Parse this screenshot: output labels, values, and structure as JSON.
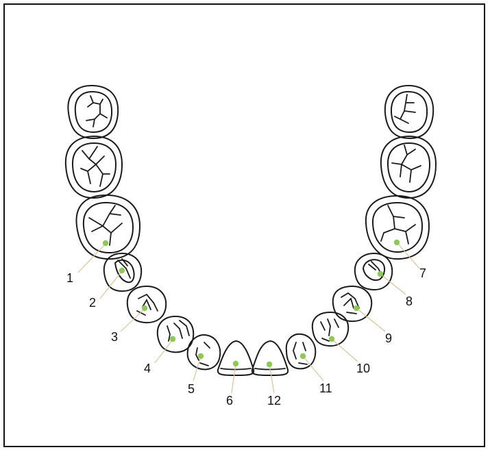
{
  "colors": {
    "marker": "#8fc857",
    "outline": "#1a1a1a",
    "leader": "#d8c39a"
  },
  "sites": [
    {
      "label": "1"
    },
    {
      "label": "2"
    },
    {
      "label": "3"
    },
    {
      "label": "4"
    },
    {
      "label": "5"
    },
    {
      "label": "6"
    },
    {
      "label": "7"
    },
    {
      "label": "8"
    },
    {
      "label": "9"
    },
    {
      "label": "10"
    },
    {
      "label": "11"
    },
    {
      "label": "12"
    }
  ]
}
